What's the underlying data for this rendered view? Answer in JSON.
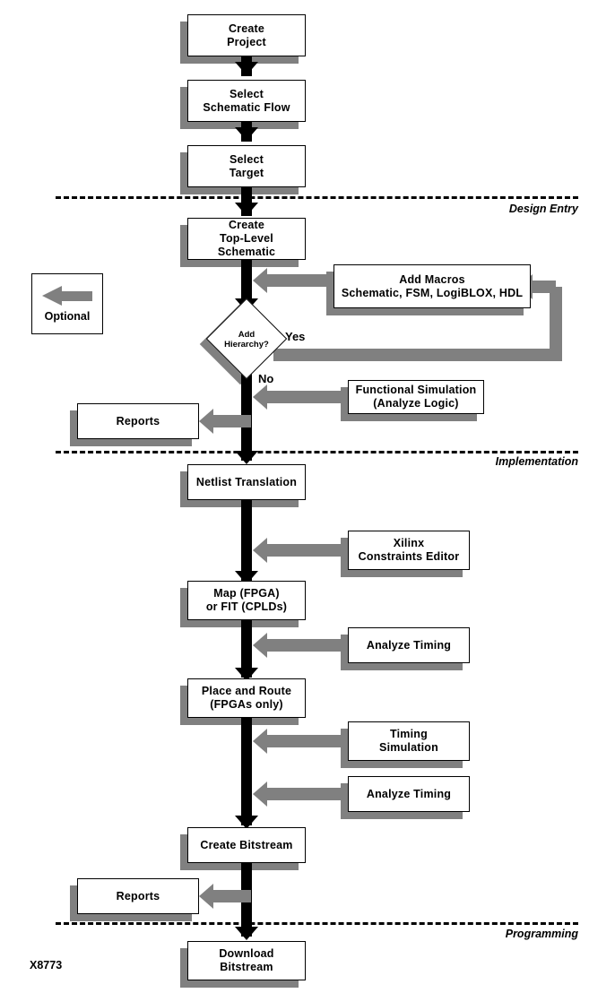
{
  "figure": {
    "id": "X8773",
    "legend": {
      "label": "Optional",
      "arrow_icon": "left-arrow-icon"
    },
    "colors": {
      "box_fill": "#ffffff",
      "box_border": "#000000",
      "shadow": "#808080",
      "optional_arrow": "#808080",
      "main_flow": "#000000"
    }
  },
  "phases": [
    {
      "name": "design-entry",
      "label": "Design Entry"
    },
    {
      "name": "implementation",
      "label": "Implementation"
    },
    {
      "name": "programming",
      "label": "Programming"
    }
  ],
  "nodes": {
    "create_project": "Create\nProject",
    "select_schematic_flow": "Select\nSchematic Flow",
    "select_target": "Select\nTarget",
    "create_top_level": "Create\nTop-Level\nSchematic",
    "add_macros": "Add Macros\nSchematic, FSM, LogiBLOX, HDL",
    "functional_simulation": "Functional Simulation\n(Analyze Logic)",
    "reports_design": "Reports",
    "netlist_translation": "Netlist Translation",
    "xilinx_constraints": "Xilinx\nConstraints Editor",
    "map_fit": "Map (FPGA)\nor FIT (CPLDs)",
    "analyze_timing_map": "Analyze Timing",
    "place_and_route": "Place and Route\n(FPGAs only)",
    "timing_simulation": "Timing\nSimulation",
    "analyze_timing_par": "Analyze Timing",
    "create_bitstream": "Create Bitstream",
    "reports_bitstream": "Reports",
    "download_bitstream": "Download\nBitstream"
  },
  "decision": {
    "label": "Add\nHierarchy?",
    "yes_label": "Yes",
    "no_label": "No"
  }
}
